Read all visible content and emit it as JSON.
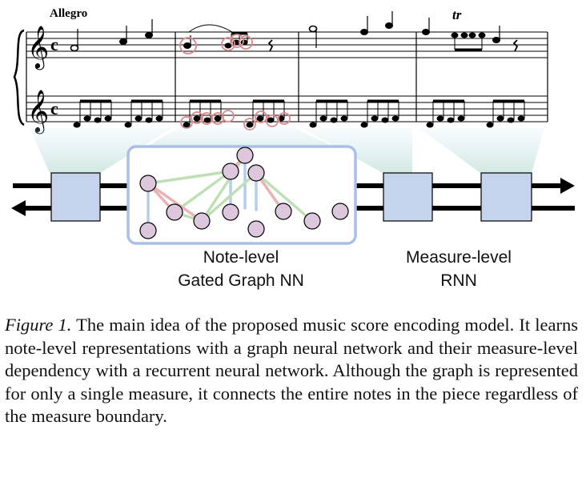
{
  "score": {
    "tempo_marking": "Allegro",
    "time_signature": "c",
    "trill_marking": "tr"
  },
  "diagram": {
    "note_level_label_line1": "Note-level",
    "note_level_label_line2": "Gated Graph NN",
    "measure_level_label_line1": "Measure-level",
    "measure_level_label_line2": "RNN"
  },
  "colors": {
    "node_fill": "#dcc7dd",
    "rnn_box_fill": "#c5d3ec",
    "graph_frame": "#a9c0e6",
    "highlight_circle": "#d98a8a",
    "edge_green": "#bfe0b5",
    "edge_red": "#eab2b2",
    "edge_blue": "#b4cdf0"
  },
  "caption": {
    "figure_label": "Figure 1.",
    "text": " The main idea of the proposed music score encoding model. It learns note-level representations with a graph neural network and their measure-level dependency with a recurrent neural network. Although the graph is represented for only a single measure, it connects the entire notes in the piece regardless of the measure boundary."
  }
}
